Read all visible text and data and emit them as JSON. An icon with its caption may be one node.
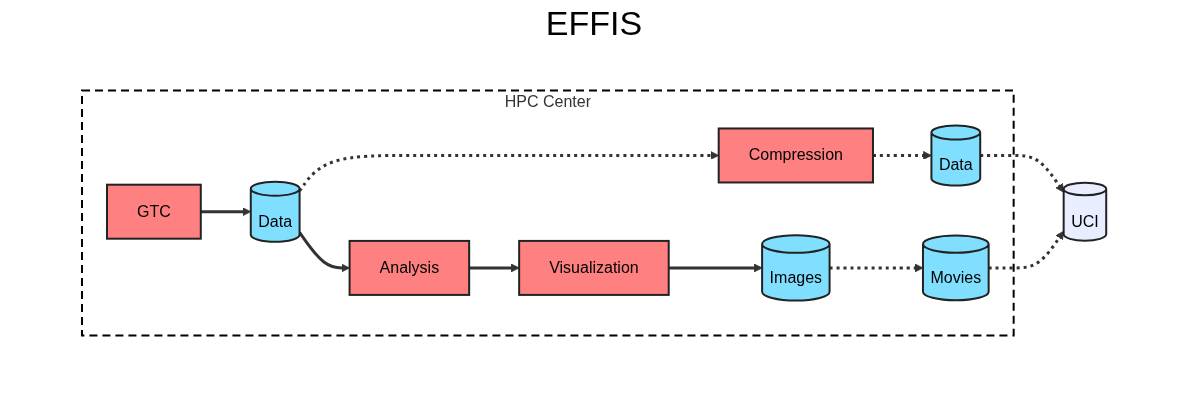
{
  "diagram": {
    "title": "EFFIS",
    "nodes": [
      {
        "text": [
          "HPC Center"
        ]
      },
      {
        "text": [
          "GTC"
        ],
        "in": 0
      },
      {
        "text": [
          "Data"
        ],
        "in": 0
      },
      {
        "text": [
          "Analysis"
        ],
        "in": 0
      },
      {
        "text": [
          "Visualization"
        ],
        "in": 0
      },
      {
        "text": [
          "Images"
        ],
        "in": 0
      },
      {
        "text": [
          "Compression"
        ],
        "in": 0
      },
      {
        "text": [
          "Data"
        ],
        "in": 0
      },
      {
        "text": [
          "Movies"
        ],
        "in": 0
      },
      {
        "text": [
          "UCI"
        ]
      }
    ],
    "edges": [
      {
        "from": 1,
        "to": 2,
        "arrow": "to"
      },
      {
        "from": 2,
        "to": 3,
        "arrow": "to"
      },
      {
        "from": 2,
        "to": 6,
        "arrow": "to",
        "style": "dashed"
      },
      {
        "from": 3,
        "to": 4,
        "arrow": "to"
      },
      {
        "from": 4,
        "to": 5,
        "arrow": "to"
      },
      {
        "from": 6,
        "to": 7,
        "arrow": "to",
        "style": "dashed"
      },
      {
        "from": 5,
        "to": 8,
        "arrow": "to",
        "style": "dashed"
      },
      {
        "from": 7,
        "to": 9,
        "arrow": "to",
        "style": "dashed"
      },
      {
        "from": 8,
        "to": 9,
        "arrow": "to",
        "style": "dashed"
      }
    ]
  }
}
